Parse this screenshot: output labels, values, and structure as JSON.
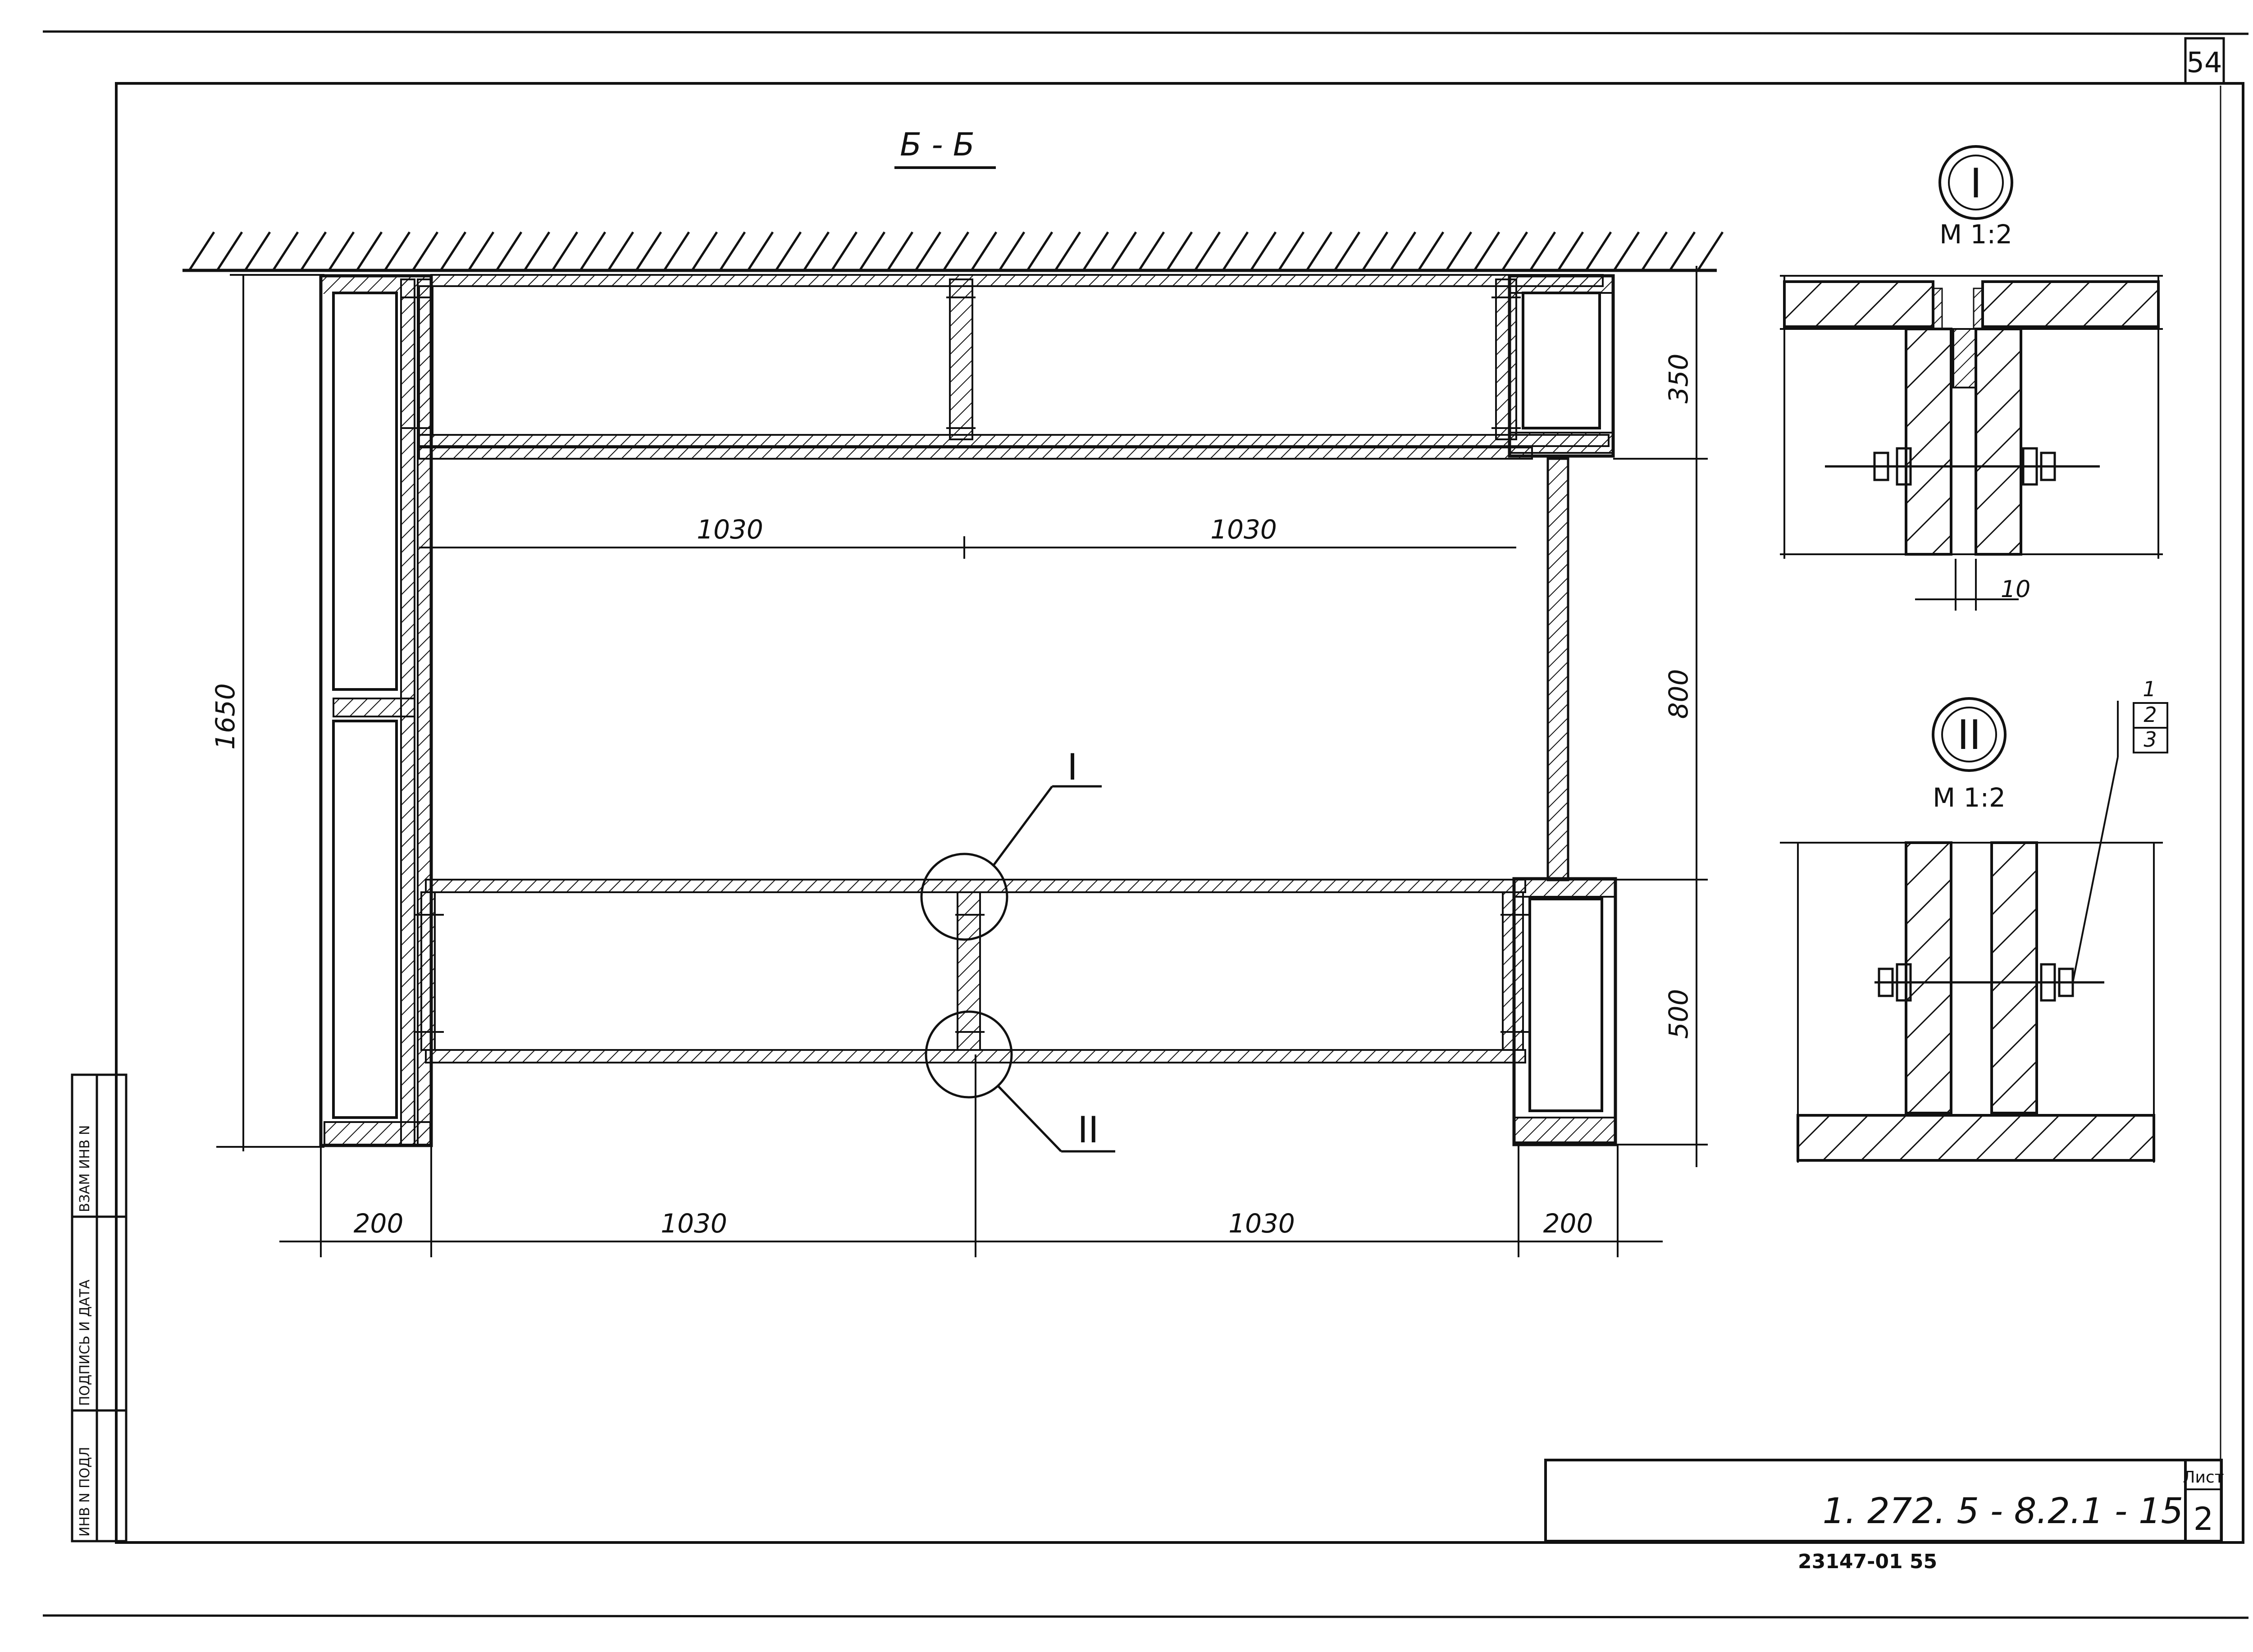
{
  "page_number": "54",
  "section": {
    "title": "Б - Б"
  },
  "details": {
    "detail_1": {
      "marker": "I",
      "scale": "M 1:2",
      "gap_dim": "10"
    },
    "detail_2": {
      "marker": "II",
      "scale": "M 1:2",
      "item_labels": [
        "1",
        "2",
        "3"
      ]
    }
  },
  "dimensions": {
    "overall_height": "1650",
    "upper_block": "350",
    "middle_gap": "800",
    "lower_block": "500",
    "inner_span_left": "1030",
    "inner_span_right": "1030",
    "bottom_left_wall": "200",
    "bottom_span_left": "1030",
    "bottom_span_right": "1030",
    "bottom_right_wall": "200"
  },
  "callouts": {
    "upper_joint": "I",
    "lower_joint": "II"
  },
  "side_stamp": {
    "cells": [
      "ИНВ N ПОДЛ",
      "ПОДПИСЬ И ДАТА",
      "ВЗАМ ИНВ N"
    ]
  },
  "title_block": {
    "sheet_label": "Лист",
    "sheet_number": "2",
    "document_code": "1. 272. 5 - 8.2.1 - 15"
  },
  "archive_code": "23147-01  55",
  "colors": {
    "ink": "#111111",
    "paper": "#ffffff"
  }
}
